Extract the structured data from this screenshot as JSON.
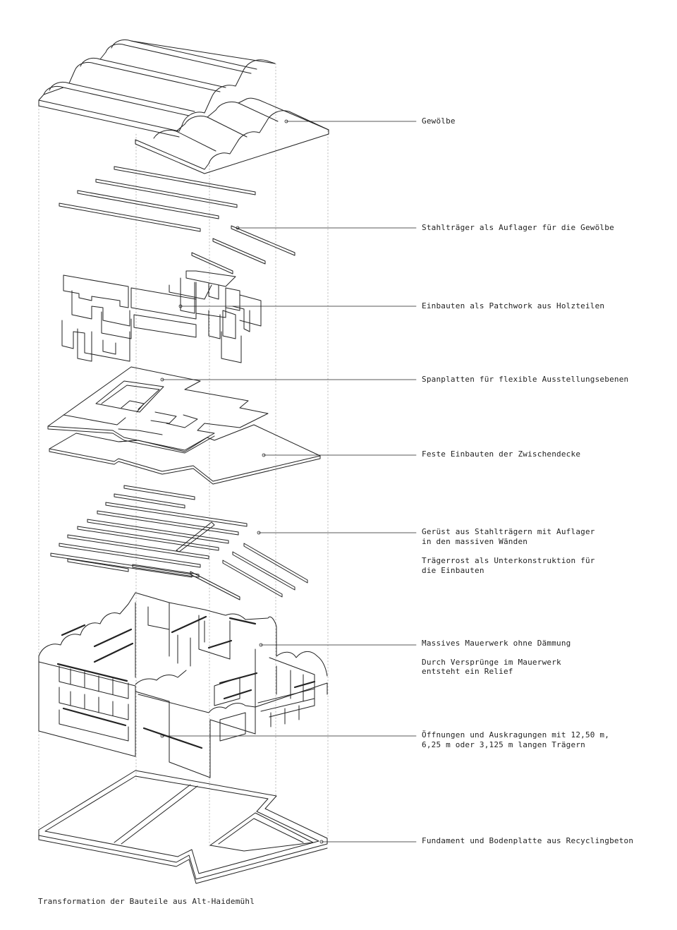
{
  "labels": {
    "gewoelbe": "Gewölbe",
    "stahltraeger": "Stahlträger als Auflager für die Gewölbe",
    "einbauten": "Einbauten als Patchwork aus Holzteilen",
    "spanplatten": "Spanplatten für flexible Ausstellungsebenen",
    "feste_einbauten": "Feste Einbauten der Zwischendecke",
    "geruest_1": "Gerüst aus Stahlträgern mit Auflager",
    "geruest_2": "in den massiven Wänden",
    "traegerrost_1": "Trägerrost als Unterkonstruktion für",
    "traegerrost_2": "die Einbauten",
    "mauerwerk": "Massives Mauerwerk ohne Dämmung",
    "relief_1": "Durch Versprünge im Mauerwerk",
    "relief_2": "entsteht ein Relief",
    "oeffnungen_1": "Öffnungen und Auskragungen mit 12,50 m,",
    "oeffnungen_2": "6,25 m oder 3,125 m langen Trägern",
    "fundament": "Fundament und Bodenplatte aus Recyclingbeton"
  },
  "caption": "Transformation der Bauteile aus Alt-Haidemühl",
  "colors": {
    "line": "#222222",
    "guide": "#9a9a9a"
  }
}
